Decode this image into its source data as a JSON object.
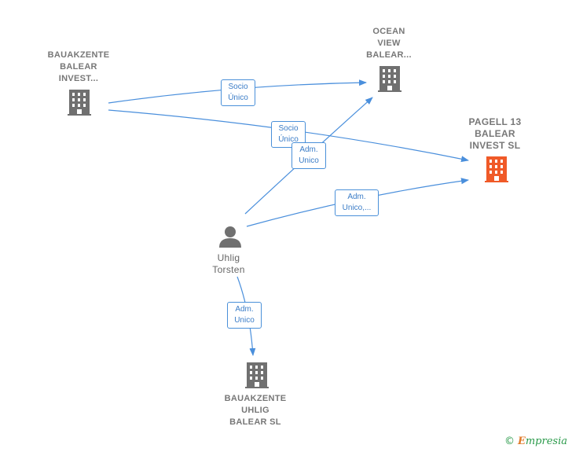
{
  "nodes": {
    "bauakzente_invest": {
      "label": "BAUAKZENTE\nBALEAR\nINVEST..."
    },
    "ocean_view": {
      "label": "OCEAN\nVIEW\nBALEAR..."
    },
    "pagell": {
      "label": "PAGELL 13\nBALEAR\nINVEST  SL",
      "color": "#f05a28"
    },
    "uhlig": {
      "label": "Uhlig\nTorsten"
    },
    "bauakzente_uhlig": {
      "label": "BAUAKZENTE\nUHLIG\nBALEAR  SL"
    }
  },
  "edges": {
    "e1": {
      "label": "Socio\nÚnico"
    },
    "e2": {
      "label": "Socio\nÚnico"
    },
    "e3": {
      "label": "Adm.\nUnico"
    },
    "e4": {
      "label": "Adm.\nUnico,..."
    },
    "e5": {
      "label": "Adm.\nUnico"
    }
  },
  "colors": {
    "edge": "#4a8fdc",
    "building": "#707070",
    "highlight": "#f05a28"
  },
  "footer": {
    "copyright": "©",
    "brand_initial": "E",
    "brand_rest": "mpresia"
  }
}
